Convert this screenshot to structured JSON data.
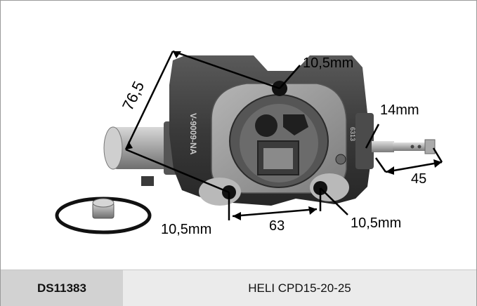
{
  "dimensions": {
    "top_hole": "10,5mm",
    "diagonal": "76,5",
    "right_port": "14mm",
    "spool_length": "45",
    "bottom_left_hole": "10,5mm",
    "bottom_span": "63",
    "bottom_right_hole": "10,5mm"
  },
  "casting_text": {
    "front": "V-9009-NA",
    "side": "6313"
  },
  "footer": {
    "part_code": "DS11383",
    "model": "HELI CPD15-20-25"
  },
  "colors": {
    "casting": "#3a3a3a",
    "casting_light": "#8d8d8d",
    "frame_border": "#9a9a9a",
    "code_cell_bg": "#d2d2d2",
    "model_cell_bg": "#ebebeb"
  }
}
